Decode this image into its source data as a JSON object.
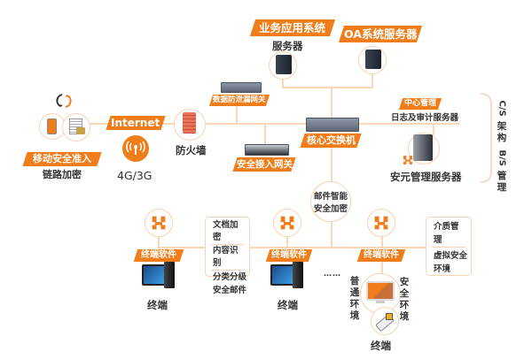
{
  "top": {
    "business_tag": "业务应用系统",
    "business_sub": "服务器",
    "oa_tag": "OA系统服务器"
  },
  "gateways": {
    "dlp_tag": "数据防泄漏网关",
    "access_tag": "安全接入网关",
    "core_tag": "核心交换机"
  },
  "left": {
    "mobile_tag": "移动安全准入",
    "mobile_sub": "链路加密",
    "internet_tag": "Internet",
    "firewall_label": "防火墙",
    "network_label": "4G/3G"
  },
  "management": {
    "center_tag": "中心管理",
    "center_sub": "日志及审计服务器",
    "server_label": "安元管理服务器",
    "bracket_chars_cs": [
      "C/S",
      "架",
      "构"
    ],
    "bracket_chars_bs": [
      "B/S",
      "管",
      "理"
    ]
  },
  "mail": {
    "lines": [
      "邮件智能",
      "安全加密"
    ]
  },
  "terminals": [
    {
      "software_tag": "终端软件",
      "label": "终端"
    },
    {
      "software_tag": "终端软件",
      "label": "终端"
    },
    {
      "software_tag": "终端软件",
      "label": "终端"
    }
  ],
  "feature_box_1": [
    "文档加密",
    "内容识别",
    "分类分级",
    "安全邮件"
  ],
  "feature_box_2": [
    "介质管理",
    "虚拟安全",
    "环境"
  ],
  "env": {
    "normal": [
      "普",
      "通",
      "环",
      "境"
    ],
    "secure": [
      "安",
      "全",
      "环",
      "境"
    ]
  },
  "ellipsis": "……",
  "colors": {
    "accent": "#f07d1a",
    "line": "#fbd7b8"
  }
}
